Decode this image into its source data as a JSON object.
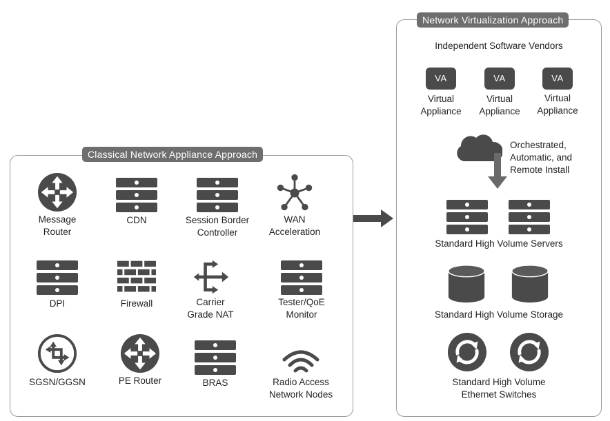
{
  "classical": {
    "title": "Classical Network Appliance Approach",
    "items": [
      {
        "line1": "Message",
        "line2": "Router",
        "icon": "router-icon"
      },
      {
        "line1": "CDN",
        "line2": "",
        "icon": "server-stack-icon"
      },
      {
        "line1": "Session Border",
        "line2": "Controller",
        "icon": "server-stack-icon"
      },
      {
        "line1": "WAN",
        "line2": "Acceleration",
        "icon": "network-star-icon"
      },
      {
        "line1": "DPI",
        "line2": "",
        "icon": "server-stack-icon"
      },
      {
        "line1": "Firewall",
        "line2": "",
        "icon": "brick-wall-icon"
      },
      {
        "line1": "Carrier",
        "line2": "Grade NAT",
        "icon": "nat-arrows-icon"
      },
      {
        "line1": "Tester/QoE",
        "line2": "Monitor",
        "icon": "server-stack-icon"
      },
      {
        "line1": "SGSN/GGSN",
        "line2": "",
        "icon": "sgsn-icon"
      },
      {
        "line1": "PE Router",
        "line2": "",
        "icon": "router-icon"
      },
      {
        "line1": "BRAS",
        "line2": "",
        "icon": "server-stack-icon"
      },
      {
        "line1": "Radio Access",
        "line2": "Network Nodes",
        "icon": "wireless-icon"
      }
    ]
  },
  "virtualization": {
    "title": "Network Virtualization Approach",
    "vendors_label": "Independent Software Vendors",
    "va_text": "VA",
    "appliances": [
      {
        "line1": "Virtual",
        "line2": "Appliance"
      },
      {
        "line1": "Virtual",
        "line2": "Appliance"
      },
      {
        "line1": "Virtual",
        "line2": "Appliance"
      }
    ],
    "orchestration": {
      "line1": "Orchestrated,",
      "line2": "Automatic, and",
      "line3": "Remote Install"
    },
    "servers_label": "Standard High Volume Servers",
    "storage_label": "Standard High Volume Storage",
    "switches_label": {
      "line1": "Standard High Volume",
      "line2": "Ethernet Switches"
    }
  },
  "colors": {
    "icon": "#4a4a4a",
    "title_bg": "#6e6e6e",
    "border": "#9a9a9a"
  }
}
